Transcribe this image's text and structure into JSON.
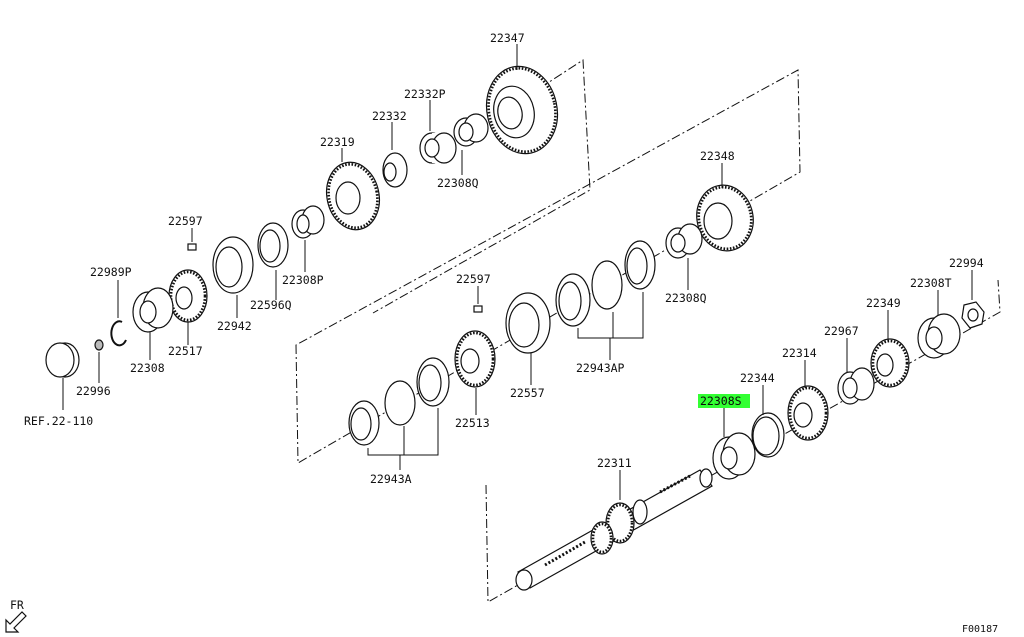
{
  "labels": {
    "p22347": "22347",
    "p22332P": "22332P",
    "p22332": "22332",
    "p22319": "22319",
    "p22308Q_top": "22308Q",
    "p22597_top": "22597",
    "p22989P": "22989P",
    "p22308P": "22308P",
    "p22596Q": "22596Q",
    "p22942": "22942",
    "p22517": "22517",
    "p22308": "22308",
    "p22996": "22996",
    "ref": "REF.22-110",
    "p22348": "22348",
    "p22597_mid": "22597",
    "p22308Q_mid": "22308Q",
    "p22943AP": "22943AP",
    "p22557": "22557",
    "p22513": "22513",
    "p22943A": "22943A",
    "p22994": "22994",
    "p22308T": "22308T",
    "p22349": "22349",
    "p22967": "22967",
    "p22314": "22314",
    "p22344": "22344",
    "p22308S": "22308S",
    "p22311": "22311",
    "fr": "FR",
    "figure_code": "F00187"
  },
  "colors": {
    "highlight": "#33ff33",
    "ink": "#111111"
  },
  "highlighted_part": "22308S",
  "icons": {
    "front_arrow": "arrow-down-left-icon"
  }
}
